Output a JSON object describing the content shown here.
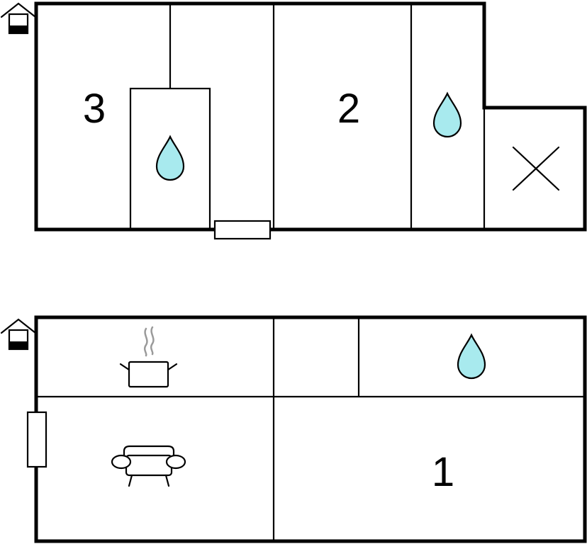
{
  "floors": [
    {
      "rooms": [
        {
          "number": "3"
        },
        {
          "number": "2"
        }
      ],
      "icons": [
        "entrance-house-icon",
        "water-drop-icon",
        "water-drop-icon",
        "cross-x-icon",
        "window-marker"
      ]
    },
    {
      "rooms": [
        {
          "number": "1"
        }
      ],
      "icons": [
        "entrance-house-icon",
        "cooking-pot-icon",
        "water-drop-icon",
        "sofa-icon",
        "window-marker"
      ]
    }
  ],
  "colors": {
    "water": "#a8eaee",
    "walls": "#000000",
    "steam": "#9a9a9a"
  }
}
